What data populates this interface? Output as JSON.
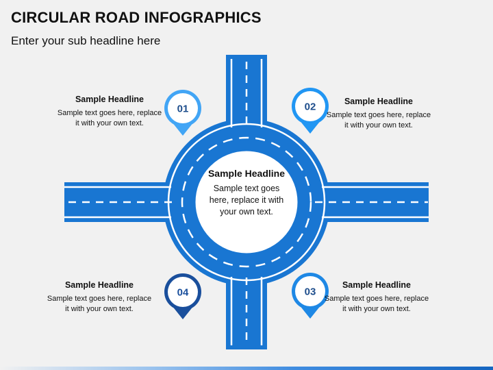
{
  "title": "CIRCULAR ROAD INFOGRAPHICS",
  "subtitle": "Enter your sub headline here",
  "center": {
    "headline": "Sample Headline",
    "text": "Sample text goes here, replace it with your own text."
  },
  "items": [
    {
      "number": "01",
      "headline": "Sample Headline",
      "text": "Sample text goes here, replace it with your own text.",
      "color": "#42a5f5"
    },
    {
      "number": "02",
      "headline": "Sample Headline",
      "text": "Sample text goes here, replace it with your own text.",
      "color": "#2196f3"
    },
    {
      "number": "03",
      "headline": "Sample Headline",
      "text": "Sample text goes here, replace it with your own text.",
      "color": "#1e88e5"
    },
    {
      "number": "04",
      "headline": "Sample Headline",
      "text": "Sample text goes here, replace it with your own text.",
      "color": "#1a4f9c"
    }
  ],
  "colors": {
    "road": "#1976d2",
    "road_edge": "#ffffff",
    "background": "#f1f1f1"
  },
  "icons": [
    "map-pin-icon"
  ]
}
